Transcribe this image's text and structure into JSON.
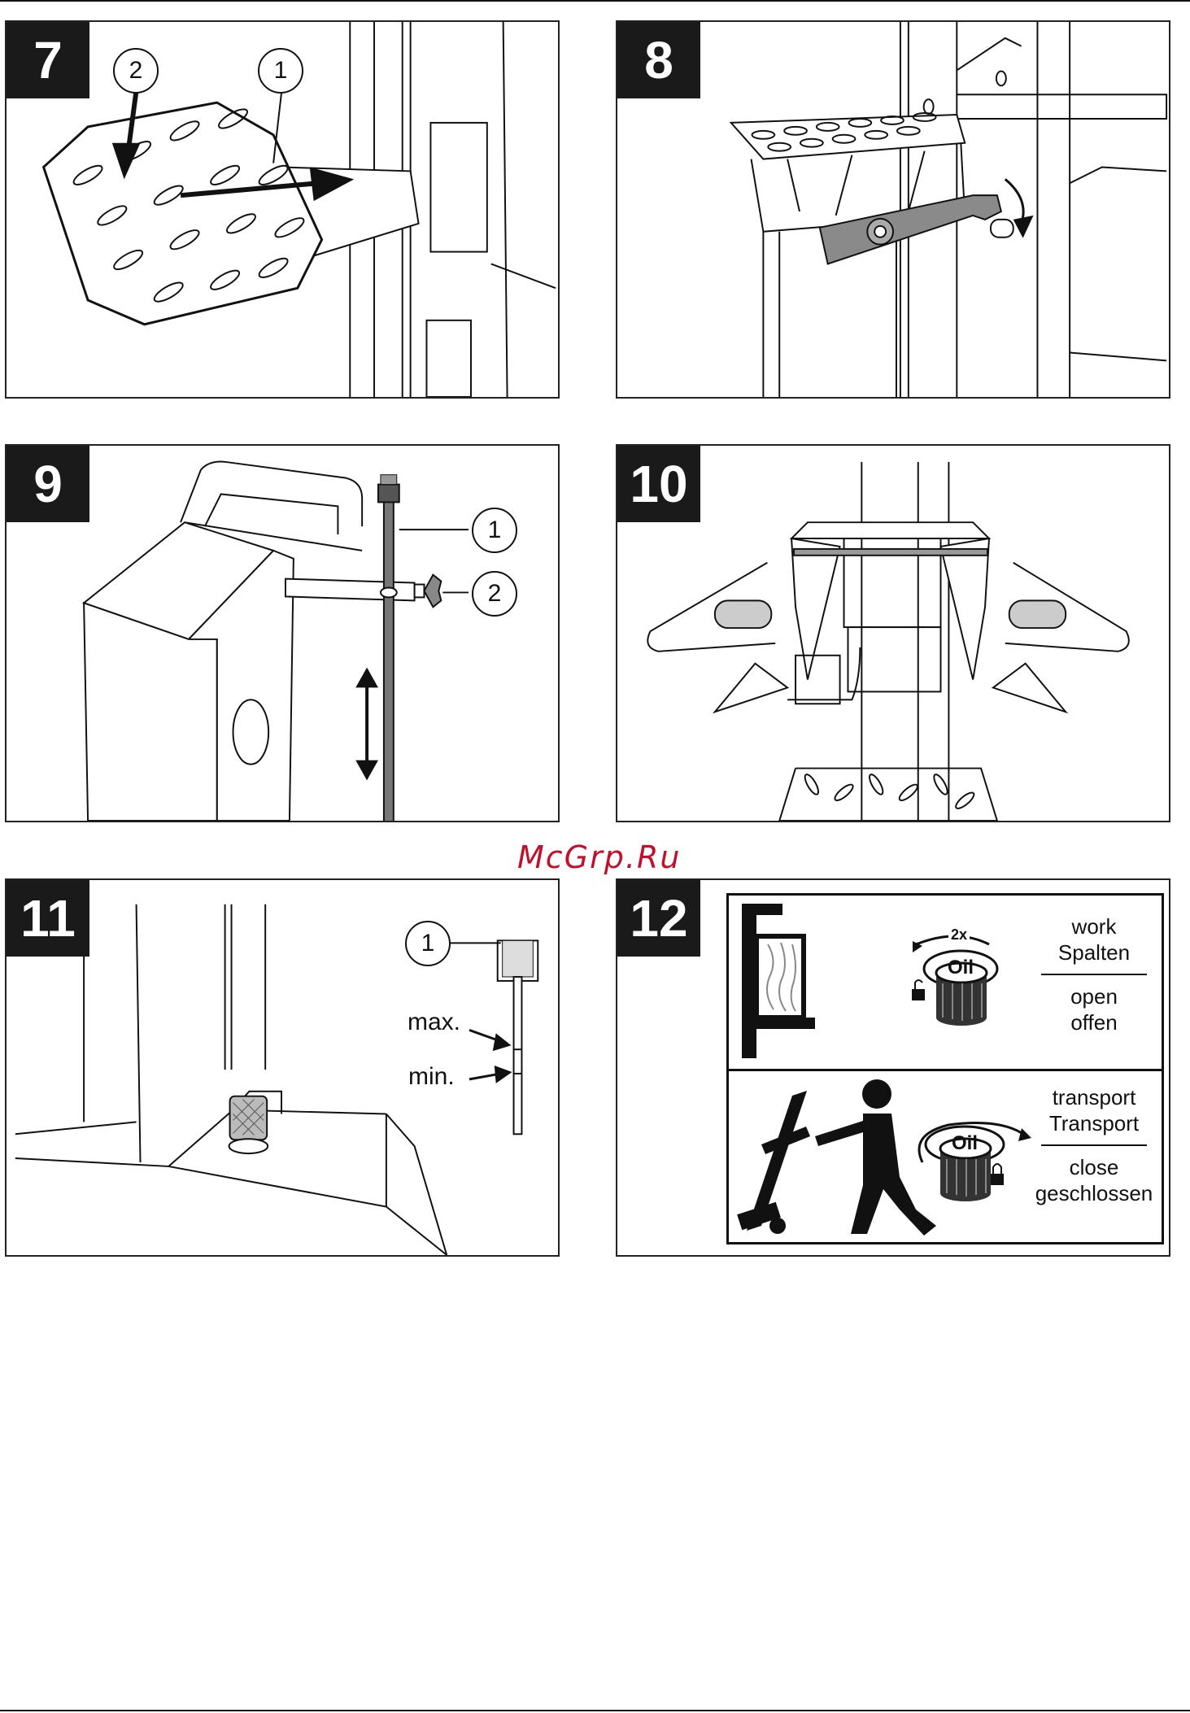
{
  "panels": [
    {
      "number": "7",
      "callouts": [
        "2",
        "1"
      ]
    },
    {
      "number": "8"
    },
    {
      "number": "9",
      "callouts": [
        "1",
        "2"
      ]
    },
    {
      "number": "10"
    },
    {
      "number": "11",
      "callouts": [
        "1"
      ],
      "labels": {
        "max": "max.",
        "min": "min."
      }
    },
    {
      "number": "12",
      "rows": [
        {
          "rotate": "2x",
          "cap": "Oil",
          "top": [
            "work",
            "Spalten"
          ],
          "bottom": [
            "open",
            "offen"
          ]
        },
        {
          "cap": "Oil",
          "top": [
            "transport",
            "Transport"
          ],
          "bottom": [
            "close",
            "geschlossen"
          ]
        }
      ]
    }
  ],
  "watermark": "McGrp.Ru",
  "colors": {
    "ink": "#111111",
    "watermark": "#c0102a",
    "steel": "#8a8a8a"
  }
}
